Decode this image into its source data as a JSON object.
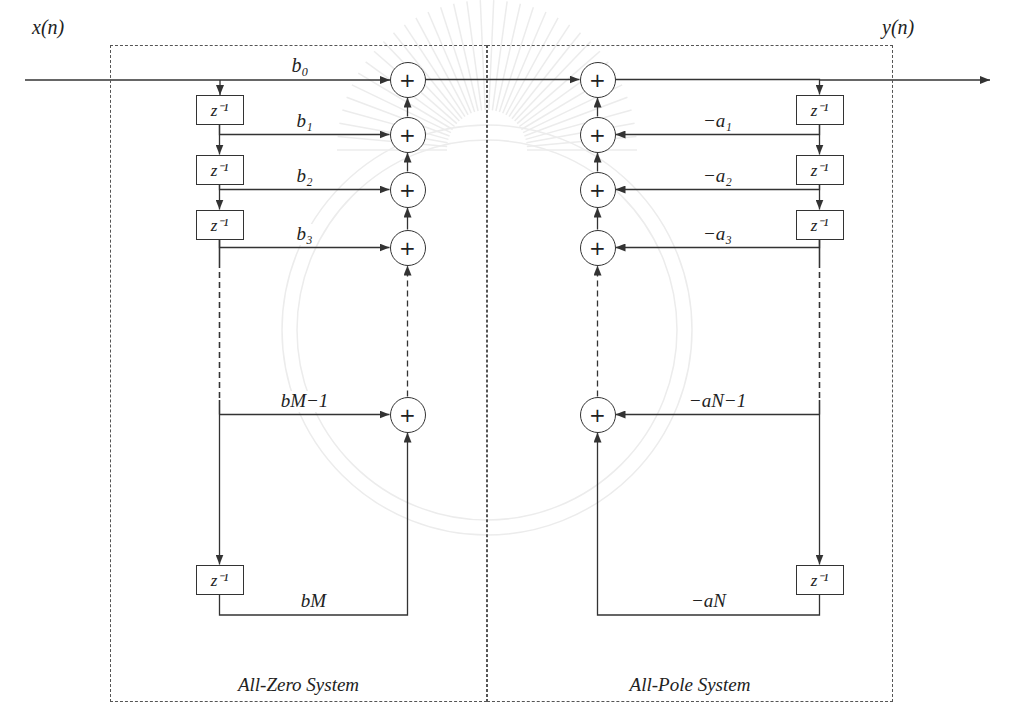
{
  "diagram": {
    "nodes": [
      {
        "text": [
          "All-Zero System"
        ]
      },
      {
        "text": [
          "+"
        ],
        "in": 0
      },
      {
        "text": [
          "z⁻¹"
        ],
        "in": 0
      },
      {
        "text": [
          "+"
        ],
        "in": 0
      },
      {
        "text": [
          "z⁻¹"
        ],
        "in": 0
      },
      {
        "text": [
          "+"
        ],
        "in": 0
      },
      {
        "text": [
          "z⁻¹"
        ],
        "in": 0
      },
      {
        "text": [
          "+"
        ],
        "in": 0
      },
      {
        "text": [
          "+"
        ],
        "in": 0
      },
      {
        "text": [
          "z⁻¹"
        ],
        "in": 0
      },
      {
        "text": [
          "All-Pole System"
        ]
      },
      {
        "text": [
          "+"
        ],
        "in": 10
      },
      {
        "text": [
          "z⁻¹"
        ],
        "in": 10
      },
      {
        "text": [
          "+"
        ],
        "in": 10
      },
      {
        "text": [
          "z⁻¹"
        ],
        "in": 10
      },
      {
        "text": [
          "+"
        ],
        "in": 10
      },
      {
        "text": [
          "z⁻¹"
        ],
        "in": 10
      },
      {
        "text": [
          "+"
        ],
        "in": 10
      },
      {
        "text": [
          "+"
        ],
        "in": 10
      },
      {
        "text": [
          "z⁻¹"
        ],
        "in": 10
      }
    ],
    "edges": [
      {
        "from": 2,
        "to": 4,
        "arrow": "to"
      },
      {
        "from": 4,
        "to": 6,
        "arrow": "to"
      },
      {
        "from": 6,
        "to": 9,
        "arrow": "to"
      },
      {
        "from": 2,
        "to": 3,
        "label": "b₁",
        "arrow": "to"
      },
      {
        "from": 4,
        "to": 5,
        "label": "b₂",
        "arrow": "to"
      },
      {
        "from": 6,
        "to": 7,
        "label": "b₃",
        "arrow": "to"
      },
      {
        "from": 6,
        "to": 8,
        "label": "bM−1",
        "arrow": "to"
      },
      {
        "from": 9,
        "to": 8,
        "label": "bM",
        "arrow": "to"
      },
      {
        "from": 3,
        "to": 1,
        "arrow": "to"
      },
      {
        "from": 5,
        "to": 3,
        "arrow": "to"
      },
      {
        "from": 7,
        "to": 5,
        "arrow": "to"
      },
      {
        "from": 8,
        "to": 7,
        "arrow": "to"
      },
      {
        "from": 1,
        "to": 11,
        "arrow": "to"
      },
      {
        "from": 11,
        "to": 12,
        "arrow": "to"
      },
      {
        "from": 12,
        "to": 14,
        "arrow": "to"
      },
      {
        "from": 14,
        "to": 16,
        "arrow": "to"
      },
      {
        "from": 16,
        "to": 19,
        "arrow": "to"
      },
      {
        "from": 12,
        "to": 13,
        "label": "−a₁",
        "arrow": "to"
      },
      {
        "from": 14,
        "to": 15,
        "label": "−a₂",
        "arrow": "to"
      },
      {
        "from": 16,
        "to": 17,
        "label": "−a₃",
        "arrow": "to"
      },
      {
        "from": 16,
        "to": 18,
        "label": "−aN−1",
        "arrow": "to"
      },
      {
        "from": 19,
        "to": 18,
        "label": "−aN",
        "arrow": "to"
      },
      {
        "from": 13,
        "to": 11,
        "arrow": "to"
      },
      {
        "from": 15,
        "to": 13,
        "arrow": "to"
      },
      {
        "from": 17,
        "to": 15,
        "arrow": "to"
      },
      {
        "from": 18,
        "to": 17,
        "arrow": "to"
      }
    ],
    "labels": [
      "x(n)",
      "y(n)",
      "b₀"
    ]
  }
}
